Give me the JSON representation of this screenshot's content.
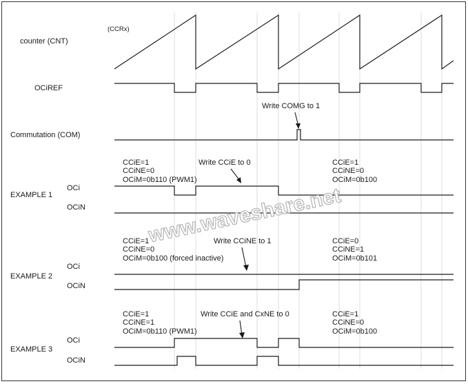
{
  "rows": {
    "counter": "counter (CNT)",
    "ccr": "(CCRx)",
    "ocref": "OCiREF",
    "com": "Commutation (COM)",
    "ex1": "EXAMPLE 1",
    "ex2": "EXAMPLE 2",
    "ex3": "EXAMPLE 3",
    "oci": "OCi",
    "ocin": "OCiN"
  },
  "annotations": {
    "comg": "Write COMG to 1",
    "ex1_write": "Write CCiE to 0",
    "ex2_write": "Write CCiNE to 1",
    "ex3_write": "Write CCiE and CxNE to 0"
  },
  "example1": {
    "before": [
      "CCiE=1",
      "CCiNE=0",
      "OCiM=0b110 (PWM1)"
    ],
    "after": [
      "CCiE=1",
      "CCiNE=0",
      "OCiM=0b100"
    ]
  },
  "example2": {
    "before": [
      "CCiE=1",
      "CCiNE=0",
      "OCiM=0b100 (forced inactive)"
    ],
    "after": [
      "CCiE=0",
      "CCiNE=1",
      "OCiM=0b101"
    ]
  },
  "example3": {
    "before": [
      "CCiE=1",
      "CCiNE=1",
      "OCiM=0b110 (PWM1)"
    ],
    "after": [
      "CCiE=1",
      "CCiNE=0",
      "OCiM=0b100"
    ]
  },
  "watermark": "www.waveshare.net"
}
